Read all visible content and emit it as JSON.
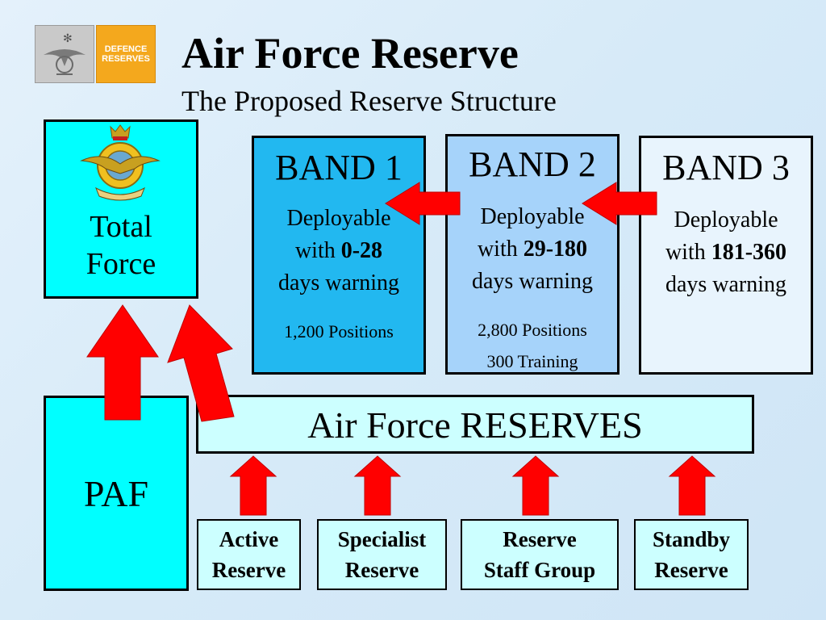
{
  "logo": {
    "line1": "DEFENCE",
    "line2": "RESERVES"
  },
  "title": "Air Force Reserve",
  "subtitle": "The Proposed Reserve Structure",
  "total_force": {
    "line1": "Total",
    "line2": "Force"
  },
  "bands": [
    {
      "title": "BAND 1",
      "desc1": "Deployable",
      "desc2_pre": "with ",
      "desc2_bold": "0-28",
      "desc3": "days warning",
      "positions": "1,200 Positions",
      "training": ""
    },
    {
      "title": "BAND 2",
      "desc1": "Deployable",
      "desc2_pre": "with ",
      "desc2_bold": "29-180",
      "desc3": "days warning",
      "positions": "2,800 Positions",
      "training": "300 Training"
    },
    {
      "title": "BAND 3",
      "desc1": "Deployable",
      "desc2_pre": "with ",
      "desc2_bold": "181-360",
      "desc3": "days warning",
      "positions": "",
      "training": ""
    }
  ],
  "reserves_label": "Air Force RESERVES",
  "paf_label": "PAF",
  "sub_boxes": [
    {
      "line1": "Active",
      "line2": "Reserve"
    },
    {
      "line1": "Specialist",
      "line2": "Reserve"
    },
    {
      "line1": "Reserve",
      "line2": "Staff Group"
    },
    {
      "line1": "Standby",
      "line2": "Reserve"
    }
  ],
  "colors": {
    "arrow": "#ff0000",
    "cyan": "#00ffff",
    "band1": "#22b8f0",
    "band2": "#a6d3fa",
    "band3": "#e8f4fd",
    "reserves": "#ccffff"
  }
}
